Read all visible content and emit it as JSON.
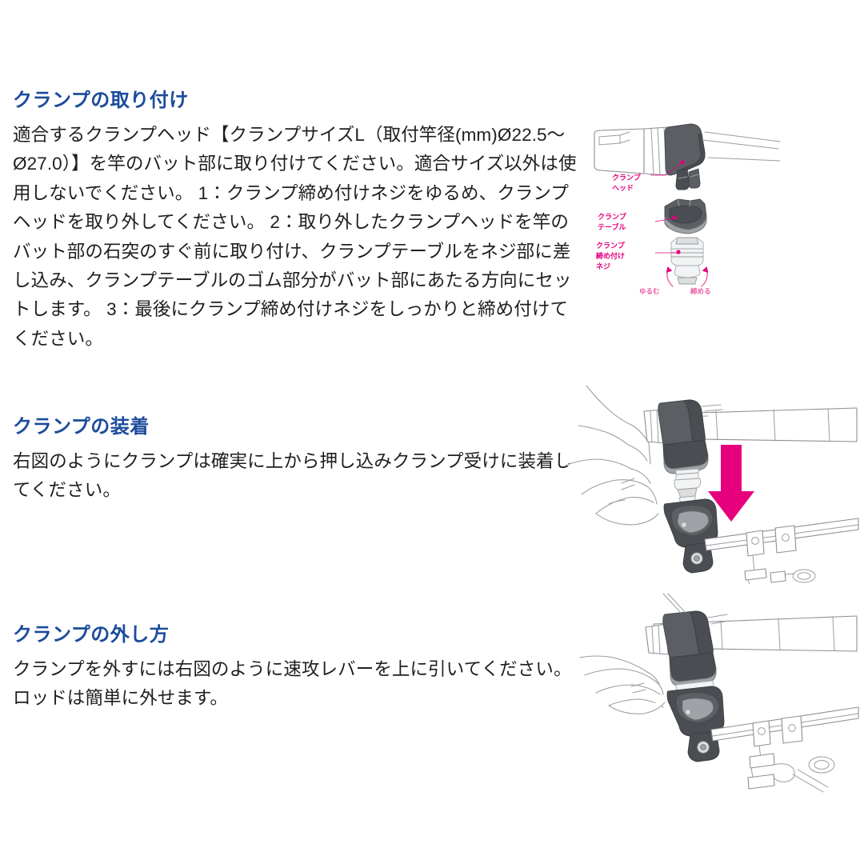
{
  "page": {
    "background_color": "#ffffff",
    "heading_color": "#1C4C9C",
    "body_color": "#1f1f1f",
    "accent_color": "#E6007E"
  },
  "sections": [
    {
      "id": "clamp-installation",
      "heading": "クランプの取り付け",
      "body": "適合するクランプヘッド【クランプサイズL（取付竿径(mm)Ø22.5〜Ø27.0）】を竿のバット部に取り付けてください。適合サイズ以外は使用しないでください。\n1：クランプ締め付けネジをゆるめ、クランプヘッドを取り外してください。\n2：取り外したクランプヘッドを竿のバット部の石突のすぐ前に取り付け、クランプテーブルをネジ部に差し込み、クランプテーブルのゴム部分がバット部にあたる方向にセットします。\n3：最後にクランプ締め付けネジをしっかりと締め付けてください。"
    },
    {
      "id": "clamp-mounting",
      "heading": "クランプの装着",
      "body": "右図のようにクランプは確実に上から押し込みクランプ受けに装着してください。"
    },
    {
      "id": "clamp-removal",
      "heading": "クランプの外し方",
      "body": "クランプを外すには右図のように速攻レバーを上に引いてください。ロッドは簡単に外せます。"
    }
  ],
  "figures": {
    "exploded": {
      "id": "figure-exploded-clamp",
      "labels": {
        "clamp_head_line1": "クランプ",
        "clamp_head_line2": "ヘッド",
        "clamp_table_line1": "クランプ",
        "clamp_table_line2": "テーブル",
        "clamp_screw_line1": "クランプ",
        "clamp_screw_line2": "締め付け",
        "clamp_screw_line3": "ネジ",
        "rotate_loosen": "ゆるむ",
        "rotate_tighten": "締める"
      }
    },
    "mounting": {
      "id": "figure-clamp-mounting",
      "arrow_direction": "down",
      "arrow_color": "#E6007E"
    },
    "removal": {
      "id": "figure-clamp-removal"
    }
  }
}
